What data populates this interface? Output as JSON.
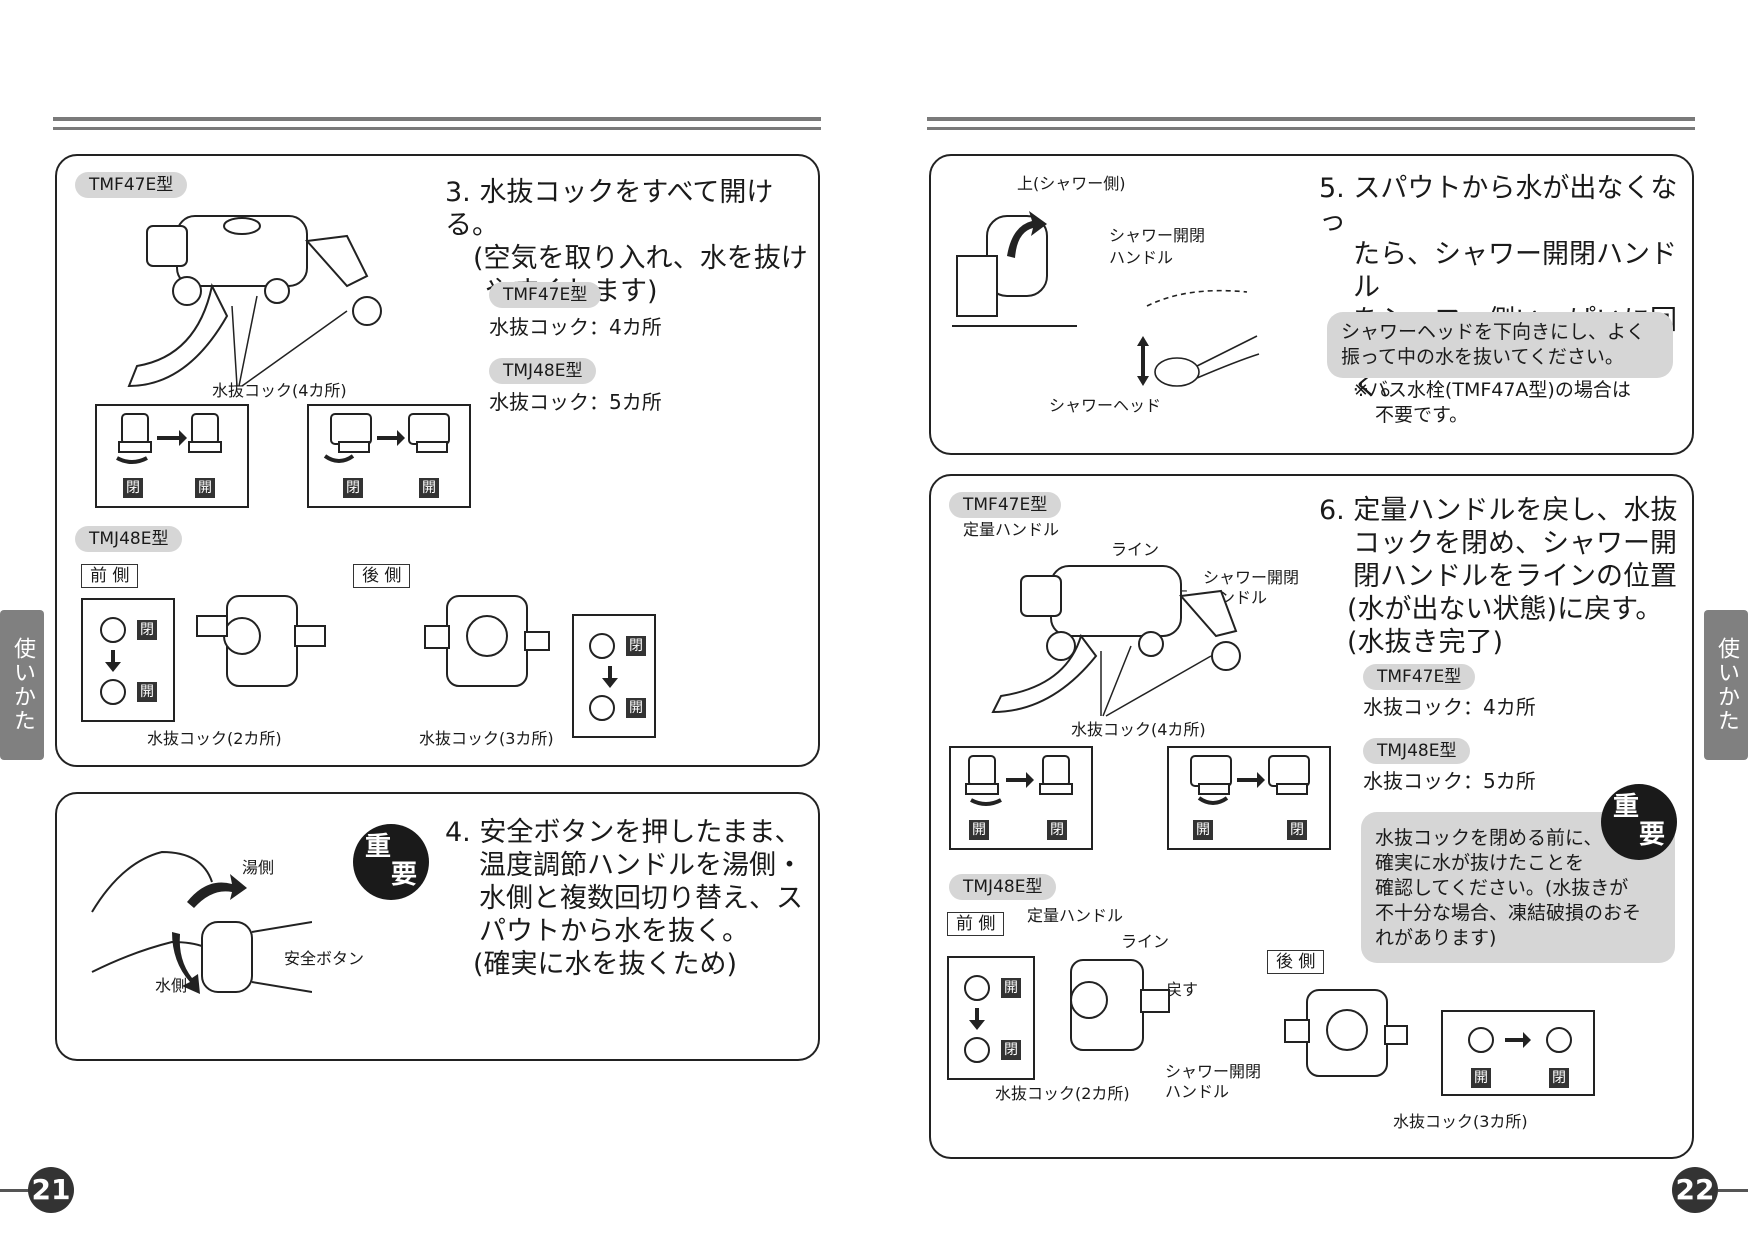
{
  "left": {
    "step3": {
      "pill_a": "TMF47E型",
      "title_l1": "3. 水抜コックをすべて開ける。",
      "title_l2": "(空気を取り入れ、水を抜け",
      "title_l3": "やすくします)",
      "spec1_model": "TMF47E型",
      "spec1_text": "水抜コック：4カ所",
      "spec2_model": "TMJ48E型",
      "spec2_text": "水抜コック：5カ所",
      "label_cock4": "水抜コック(4カ所)",
      "closed": "閉",
      "open": "開",
      "pill_b": "TMJ48E型",
      "front": "前 側",
      "rear": "後 側",
      "label_cock2": "水抜コック(2カ所)",
      "label_cock3": "水抜コック(3カ所)"
    },
    "step4": {
      "title_l1": "4. 安全ボタンを押したまま、",
      "title_l2": "温度調節ハンドルを湯側・",
      "title_l3": "水側と複数回切り替え、ス",
      "title_l4": "パウトから水を抜く。",
      "title_l5": "(確実に水を抜くため)",
      "hot": "湯側",
      "cold": "水側",
      "safety": "安全ボタン",
      "imp1": "重",
      "imp2": "要"
    },
    "side_tab": "使いかた",
    "page_number": "21"
  },
  "right": {
    "step5": {
      "title_l1": "5. スパウトから水が出なくなっ",
      "title_l2": "たら、シャワー開閉ハンドル",
      "title_l3": "をシャワー側いっぱいに回",
      "title_l4": "して、ホース内の水を抜く。",
      "note_l1": "シャワーヘッドを下向きにし、よく",
      "note_l2": "振って中の水を抜いてください。",
      "foot_l1": "※バス水栓(TMF47A型)の場合は",
      "foot_l2": "不要です。",
      "up_label": "上(シャワー側)",
      "handle_l1": "シャワー開閉",
      "handle_l2": "ハンドル",
      "head": "シャワーヘッド"
    },
    "step6": {
      "pill_a": "TMF47E型",
      "title_l1": "6. 定量ハンドルを戻し、水抜",
      "title_l2": "コックを閉め、シャワー開",
      "title_l3": "閉ハンドルをラインの位置",
      "title_l4": "(水が出ない状態)に戻す。",
      "title_l5": "(水抜き完了)",
      "spec1_model": "TMF47E型",
      "spec1_text": "水抜コック：4カ所",
      "spec2_model": "TMJ48E型",
      "spec2_text": "水抜コック：5カ所",
      "note_l1": "水抜コックを閉める前に、",
      "note_l2": "確実に水が抜けたことを",
      "note_l3": "確認してください。(水抜きが",
      "note_l4": "不十分な場合、凍結破損のおそ",
      "note_l5": "れがあります)",
      "teiryo": "定量ハンドル",
      "line": "ライン",
      "modosu": "戻す",
      "shower_l1": "シャワー開閉",
      "shower_l2": "ハンドル",
      "label_cock4": "水抜コック(4カ所)",
      "open": "開",
      "closed": "閉",
      "pill_b": "TMJ48E型",
      "front": "前 側",
      "rear": "後 側",
      "label_cock2": "水抜コック(2カ所)",
      "label_cock3": "水抜コック(3カ所)",
      "imp1": "重",
      "imp2": "要"
    },
    "side_tab": "使いかた",
    "page_number": "22"
  }
}
